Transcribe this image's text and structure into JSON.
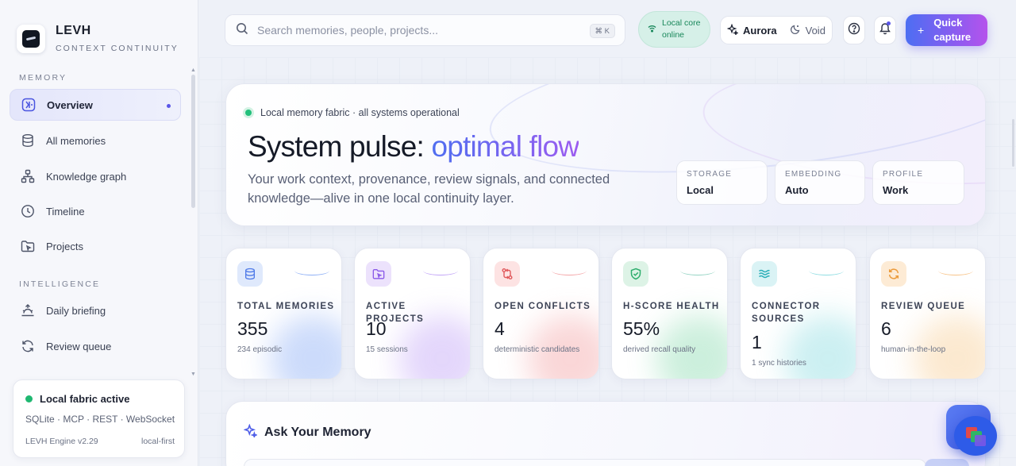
{
  "brand": {
    "name": "LEVH",
    "tagline": "CONTEXT CONTINUITY"
  },
  "sidebar": {
    "sections": [
      {
        "title": "MEMORY"
      },
      {
        "title": "INTELLIGENCE"
      }
    ],
    "items": [
      {
        "label": "Overview",
        "icon": "overview-icon",
        "active": true
      },
      {
        "label": "All memories",
        "icon": "database-icon"
      },
      {
        "label": "Knowledge graph",
        "icon": "graph-icon"
      },
      {
        "label": "Timeline",
        "icon": "clock-icon"
      },
      {
        "label": "Projects",
        "icon": "folder-icon"
      },
      {
        "label": "Daily briefing",
        "icon": "briefing-icon"
      },
      {
        "label": "Review queue",
        "icon": "refresh-icon"
      }
    ],
    "status_card": {
      "title": "Local fabric active",
      "protocols": "SQLite · MCP · REST · WebSocket",
      "version": "LEVH Engine v2.29",
      "mode": "local-first"
    }
  },
  "topbar": {
    "search_placeholder": "Search memories, people, projects...",
    "shortcut": "⌘ K",
    "status_line1": "Local core",
    "status_line2": "online",
    "theme_options": [
      "Aurora",
      "Void"
    ],
    "capture_line1": "Quick",
    "capture_line2": "capture",
    "accent": "#5a56e8"
  },
  "hero": {
    "status": "Local memory fabric · all systems operational",
    "title_plain": "System pulse: ",
    "title_accent": "optimal flow",
    "description": "Your work context, provenance, review signals, and connected knowledge—alive in one local continuity layer.",
    "stats": [
      {
        "key": "STORAGE",
        "value": "Local"
      },
      {
        "key": "EMBEDDING",
        "value": "Auto"
      },
      {
        "key": "PROFILE",
        "value": "Work"
      }
    ]
  },
  "metrics": [
    {
      "label": "TOTAL MEMORIES",
      "value": "355",
      "sub": "234 episodic",
      "icon": "database-icon",
      "color": "#4f7ae8"
    },
    {
      "label": "ACTIVE PROJECTS",
      "value": "10",
      "sub": "15 sessions",
      "icon": "folder-icon",
      "color": "#8a5ae8"
    },
    {
      "label": "OPEN CONFLICTS",
      "value": "4",
      "sub": "deterministic candidates",
      "icon": "merge-icon",
      "color": "#e0575a"
    },
    {
      "label": "H-SCORE HEALTH",
      "value": "55%",
      "sub": "derived recall quality",
      "icon": "shield-icon",
      "color": "#2fae6e"
    },
    {
      "label": "CONNECTOR SOURCES",
      "value": "1",
      "sub": "1 sync histories",
      "icon": "waves-icon",
      "color": "#2fb0b9"
    },
    {
      "label": "REVIEW QUEUE",
      "value": "6",
      "sub": "human-in-the-loop",
      "icon": "refresh-icon",
      "color": "#eb9a3a"
    }
  ],
  "ask": {
    "title": "Ask Your Memory"
  }
}
